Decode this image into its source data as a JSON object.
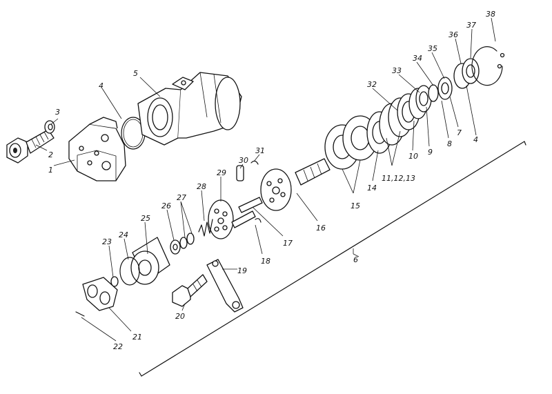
{
  "labels": [
    {
      "id": "l1",
      "text": "1"
    },
    {
      "id": "l2",
      "text": "2"
    },
    {
      "id": "l3",
      "text": "3"
    },
    {
      "id": "l4a",
      "text": "4"
    },
    {
      "id": "l5",
      "text": "5"
    },
    {
      "id": "l6",
      "text": "6"
    },
    {
      "id": "l7",
      "text": "7"
    },
    {
      "id": "l8",
      "text": "8"
    },
    {
      "id": "l9",
      "text": "9"
    },
    {
      "id": "l10",
      "text": "10"
    },
    {
      "id": "l11",
      "text": "11,12,13"
    },
    {
      "id": "l14",
      "text": "14"
    },
    {
      "id": "l15",
      "text": "15"
    },
    {
      "id": "l16",
      "text": "16"
    },
    {
      "id": "l17",
      "text": "17"
    },
    {
      "id": "l18",
      "text": "18"
    },
    {
      "id": "l19",
      "text": "19"
    },
    {
      "id": "l20",
      "text": "20"
    },
    {
      "id": "l21",
      "text": "21"
    },
    {
      "id": "l22",
      "text": "22"
    },
    {
      "id": "l23",
      "text": "23"
    },
    {
      "id": "l24",
      "text": "24"
    },
    {
      "id": "l25",
      "text": "25"
    },
    {
      "id": "l26",
      "text": "26"
    },
    {
      "id": "l27",
      "text": "27"
    },
    {
      "id": "l28",
      "text": "28"
    },
    {
      "id": "l29",
      "text": "29"
    },
    {
      "id": "l30",
      "text": "30"
    },
    {
      "id": "l31",
      "text": "31"
    },
    {
      "id": "l32",
      "text": "32"
    },
    {
      "id": "l33",
      "text": "33"
    },
    {
      "id": "l34",
      "text": "34"
    },
    {
      "id": "l35",
      "text": "35"
    },
    {
      "id": "l36",
      "text": "36"
    },
    {
      "id": "l37",
      "text": "37"
    },
    {
      "id": "l38",
      "text": "38"
    },
    {
      "id": "l4b",
      "text": "4"
    }
  ]
}
